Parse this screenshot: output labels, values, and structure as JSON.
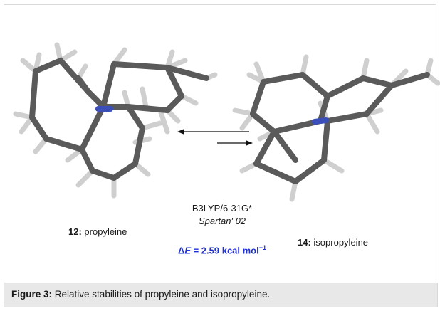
{
  "figure": {
    "method_line1": "B3LYP/6-31G*",
    "method_line2": "Spartan' 02",
    "left_compound": {
      "number": "12:",
      "name": "propyleine"
    },
    "right_compound": {
      "number": "14:",
      "name": "isopropyleine"
    },
    "energy": {
      "prefix": "Δ",
      "variable": "E",
      "value": " = 2.59 kcal mol",
      "exponent": "−1"
    },
    "caption": {
      "label": "Figure 3:",
      "text": "Relative stabilities of propyleine and isopropyleine."
    }
  },
  "colors": {
    "energy": "#1f2fd6",
    "bond": "#555555",
    "nitrogen": "#3a4fb8",
    "hydrogen": "#d6d6d6"
  }
}
